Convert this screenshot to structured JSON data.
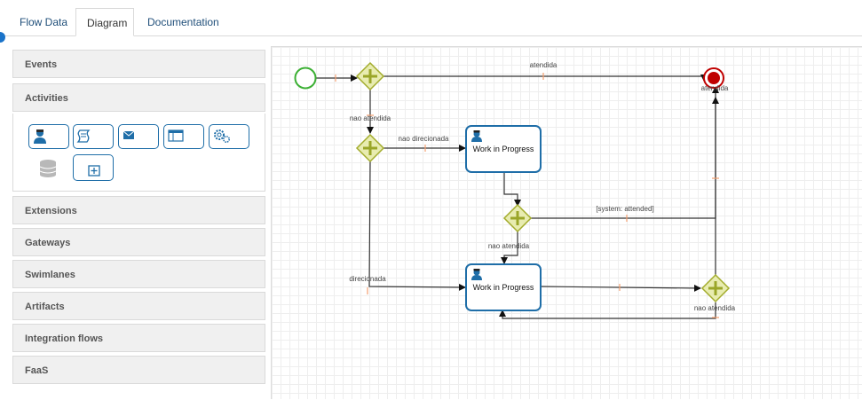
{
  "tabs": [
    {
      "label": "Flow Data"
    },
    {
      "label": "Diagram"
    },
    {
      "label": "Documentation"
    }
  ],
  "palette": {
    "groups": [
      {
        "label": "Events"
      },
      {
        "label": "Activities"
      },
      {
        "label": "Extensions"
      },
      {
        "label": "Gateways"
      },
      {
        "label": "Swimlanes"
      },
      {
        "label": "Artifacts"
      },
      {
        "label": "Integration flows"
      },
      {
        "label": "FaaS"
      }
    ],
    "activity_tools": [
      "user-task-icon",
      "script-task-icon",
      "message-task-icon",
      "form-task-icon",
      "service-task-icon",
      "database-icon",
      "subprocess-icon"
    ]
  },
  "diagram": {
    "tasks": [
      {
        "label": "Work in Progress"
      },
      {
        "label": "Work in Progress"
      }
    ],
    "flow_labels": {
      "atendida_top": "atendida",
      "atendida_end": "atendida",
      "nao_atendida_1": "nao atendida",
      "nao_direcionada": "nao direcionada",
      "system_attended": "[system: attended]",
      "nao_atendida_2": "nao atendida",
      "direcionada": "direcionada",
      "nao_atendida_3": "nao atendida"
    },
    "colors": {
      "start": "#3cb034",
      "end": "#c00000",
      "gateway_fill": "#e8ecb0",
      "gateway_stroke": "#a3ac2c",
      "gateway_plus": "#9aa628",
      "task_stroke": "#1f6ea8",
      "flow": "#333333",
      "flow_marker": "#f5a070"
    }
  }
}
